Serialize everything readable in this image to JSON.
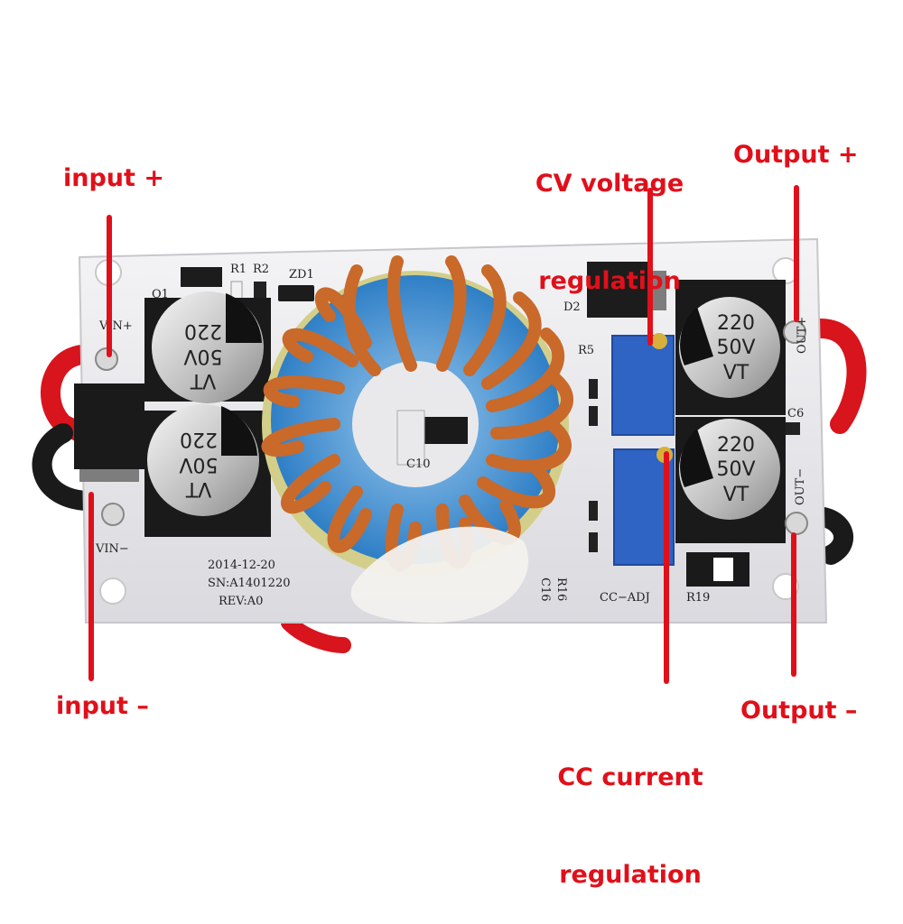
{
  "callouts": {
    "input_plus": "input +",
    "input_minus": "input –",
    "cv_line1": "CV voltage",
    "cv_line2": "regulation",
    "output_plus": "Output +",
    "cc_line1": "CC current",
    "cc_line2": "regulation",
    "output_minus": "Output –"
  },
  "board_silkscreen": {
    "vin_plus": "VIN+",
    "vin_minus": "VIN−",
    "out_plus": "OUT+",
    "out_minus": "OUT−",
    "q1": "Q1",
    "r1": "R1",
    "r2": "R2",
    "zd1": "ZD1",
    "d2": "D2",
    "r5": "R5",
    "c6": "C6",
    "c10": "C10",
    "r16": "R16",
    "c16": "C16",
    "cc_adj": "CC−ADJ",
    "r19": "R19",
    "date": "2014-12-20",
    "sn": "SN:A1401220",
    "rev": "REV:A0"
  },
  "capacitor_marking": {
    "value": "220",
    "voltage": "50V",
    "series": "VT"
  },
  "colors": {
    "callout_red": "#e0101a",
    "board": "#e9e9ec",
    "copper": "#c9692a",
    "core_blue": "#3a8ed0",
    "core_yellow": "#d8d680",
    "trimpot_blue": "#2f63c4",
    "wire_red": "#d8141c"
  }
}
